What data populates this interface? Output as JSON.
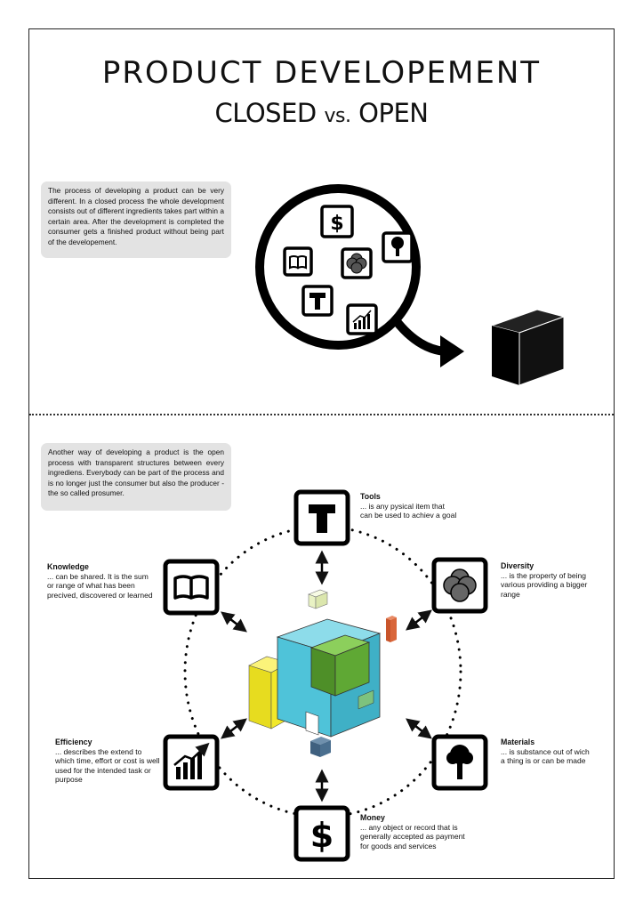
{
  "title": {
    "line1": "PRODUCT DEVELOPEMENT",
    "closed": "CLOSED",
    "vs": "vs.",
    "open": "OPEN"
  },
  "closed_note": "The process of developing a product can be very different. In a closed process the whole development consists out of different ingredients takes part within a certain area. After the development is completed the consumer gets a finished product without being part of the developement.",
  "open_note": "Another way of developing a product is the open process with transparent structures between every ingrediens. Everybody can be part of the process and is no longer just the consumer but also the producer - the so called prosumer.",
  "ingredients": {
    "tools": {
      "name": "Tools",
      "desc": "... is any pysical item that can be used to achiev a goal",
      "icon": "hammer-icon"
    },
    "diversity": {
      "name": "Diversity",
      "desc": "... is the property of being various providing a bigger range",
      "icon": "overlapping-circles-icon"
    },
    "materials": {
      "name": "Materials",
      "desc": "... is substance out of wich a thing is or can be made",
      "icon": "tree-icon"
    },
    "money": {
      "name": "Money",
      "desc": "... any object or record that is generally accepted as payment for goods and services",
      "icon": "dollar-icon"
    },
    "efficiency": {
      "name": "Efficiency",
      "desc": "... describes the extend to which time, effort or cost is well used for the intended task or purpose",
      "icon": "growth-chart-icon"
    },
    "knowledge": {
      "name": "Knowledge",
      "desc": "... can be shared. It is the sum or range of what has been precived, discovered or learned",
      "icon": "open-book-icon"
    }
  },
  "colors": {
    "cube_cyan": "#4fc3d9",
    "cube_green": "#5fa834",
    "block_yellow": "#f2e829",
    "block_orange": "#d9663a",
    "block_pale": "#e9f2c4",
    "block_blue": "#4a6f8f",
    "note_bg": "#e3e3e3"
  }
}
